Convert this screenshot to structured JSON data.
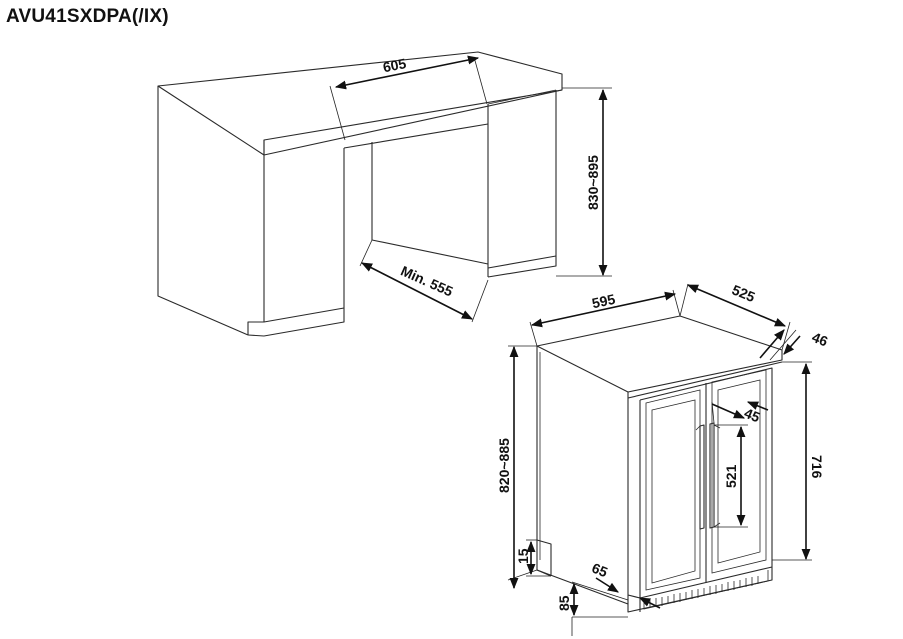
{
  "title": "AVU41SXDPA(/IX)",
  "dimensions": {
    "cabinet_opening_width": "605",
    "cabinet_height": "830~895",
    "cabinet_depth_min": "Min. 555",
    "appliance_width": "595",
    "appliance_depth": "525",
    "door_thickness": "46",
    "appliance_height": "820~885",
    "door_height": "716",
    "handle_offset": "45",
    "handle_length": "521",
    "toe_recess": "15",
    "plinth_offset": "65",
    "base_height": "85"
  }
}
